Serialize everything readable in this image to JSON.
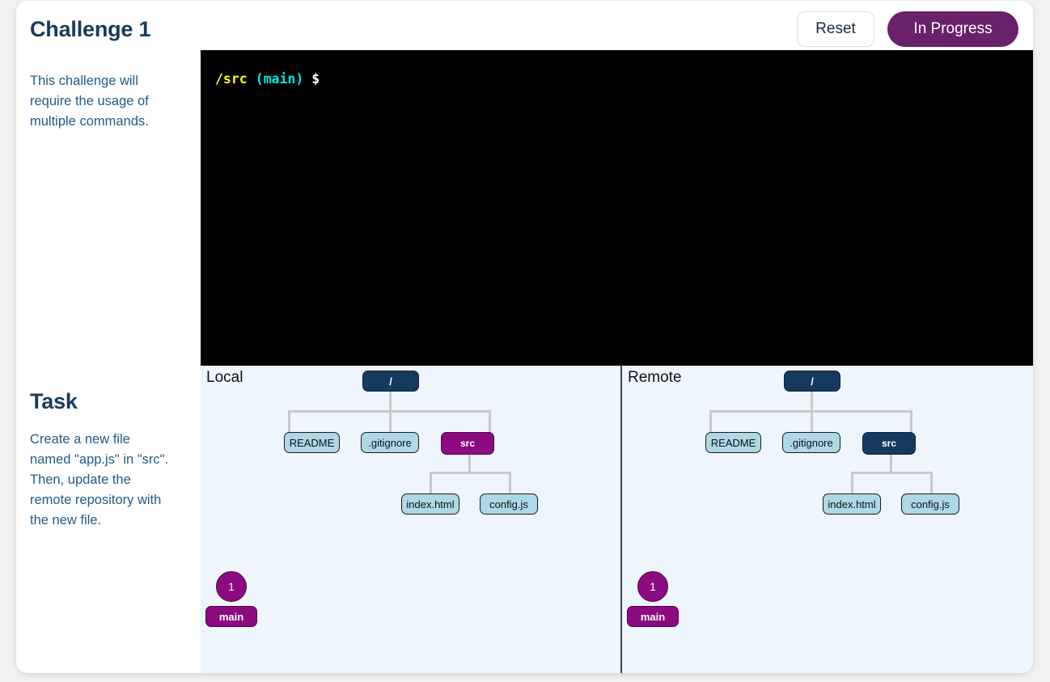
{
  "header": {
    "title": "Challenge 1",
    "reset_label": "Reset",
    "status_label": "In Progress",
    "status_color": "#6b206b"
  },
  "sidebar": {
    "description": "This challenge will require the usage of multiple commands.",
    "task_heading": "Task",
    "task_description": "Create a new file named \"app.js\" in \"src\". Then, update the remote repository with the new file."
  },
  "terminal": {
    "path": "/src",
    "branch": "(main)",
    "dollar": "$",
    "input_value": "",
    "path_color": "#ffff00",
    "branch_color": "#00e5e5",
    "background": "#000000"
  },
  "repos": {
    "local": {
      "label": "Local",
      "tree": {
        "root": {
          "label": "/",
          "type": "dir"
        },
        "children": [
          {
            "label": "README",
            "type": "file"
          },
          {
            "label": ".gitignore",
            "type": "file"
          },
          {
            "label": "src",
            "type": "dir",
            "active": true,
            "children": [
              {
                "label": "index.html",
                "type": "file"
              },
              {
                "label": "config.js",
                "type": "file"
              }
            ]
          }
        ]
      },
      "commits": [
        {
          "id": "1"
        }
      ],
      "branch": "main"
    },
    "remote": {
      "label": "Remote",
      "tree": {
        "root": {
          "label": "/",
          "type": "dir"
        },
        "children": [
          {
            "label": "README",
            "type": "file"
          },
          {
            "label": ".gitignore",
            "type": "file"
          },
          {
            "label": "src",
            "type": "dir",
            "active": false,
            "children": [
              {
                "label": "index.html",
                "type": "file"
              },
              {
                "label": "config.js",
                "type": "file"
              }
            ]
          }
        ]
      },
      "commits": [
        {
          "id": "1"
        }
      ],
      "branch": "main"
    }
  },
  "colors": {
    "dir_navy": "#163a5f",
    "dir_active_purple": "#8b0a80",
    "file_blue": "#aed8e6",
    "panel_bg": "#eef5fd",
    "text_blue": "#245a86"
  }
}
